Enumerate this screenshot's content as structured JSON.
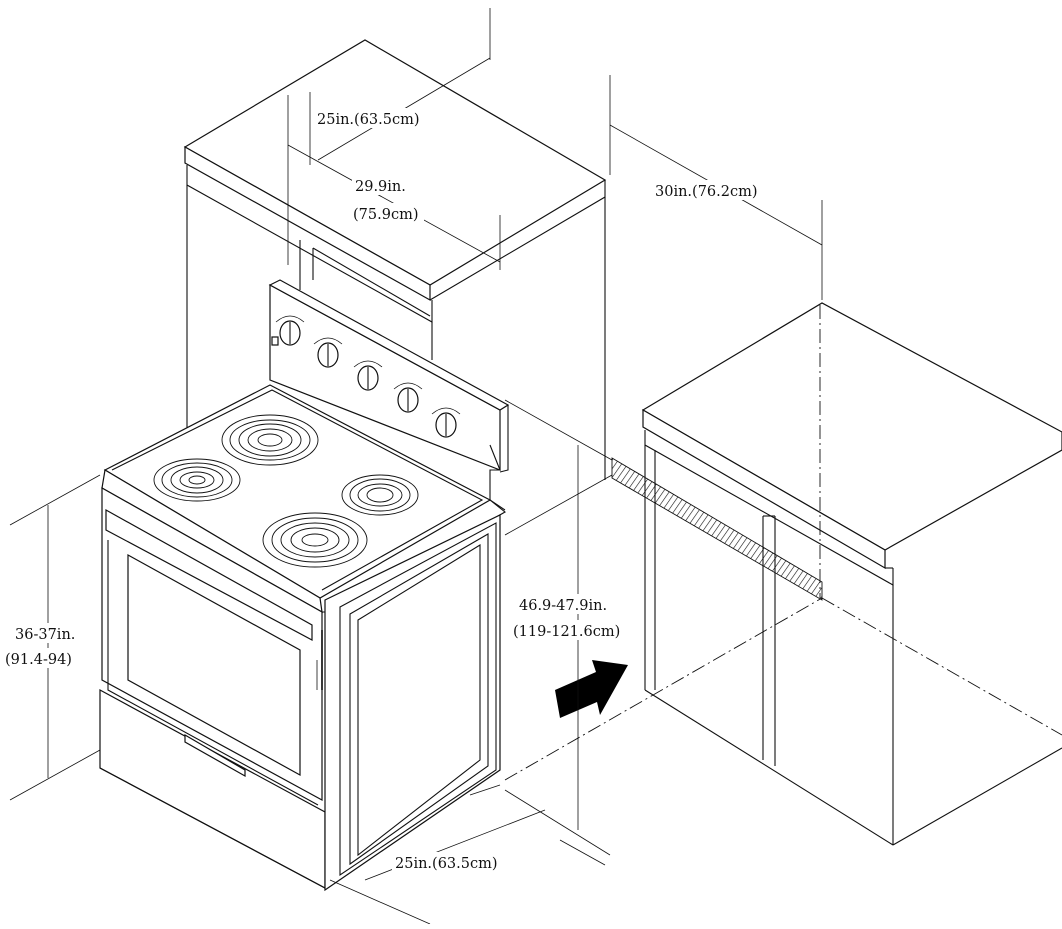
{
  "dimensions": {
    "top_depth": "25in.(63.5cm)",
    "oven_depth_in": "29.9in.",
    "oven_depth_cm": "(75.9cm)",
    "cutout_width": "30in.(76.2cm)",
    "height_in": "36-37in.",
    "height_cm": "(91.4-94)",
    "overall_height_in": "46.9-47.9in.",
    "overall_height_cm": "(119-121.6cm)",
    "bottom_depth": "25in.(63.5cm)"
  },
  "colors": {
    "line": "#111111",
    "background": "#ffffff",
    "arrow": "#000000"
  },
  "icons": [
    "knob-icon",
    "burner-icon",
    "arrow-icon"
  ]
}
